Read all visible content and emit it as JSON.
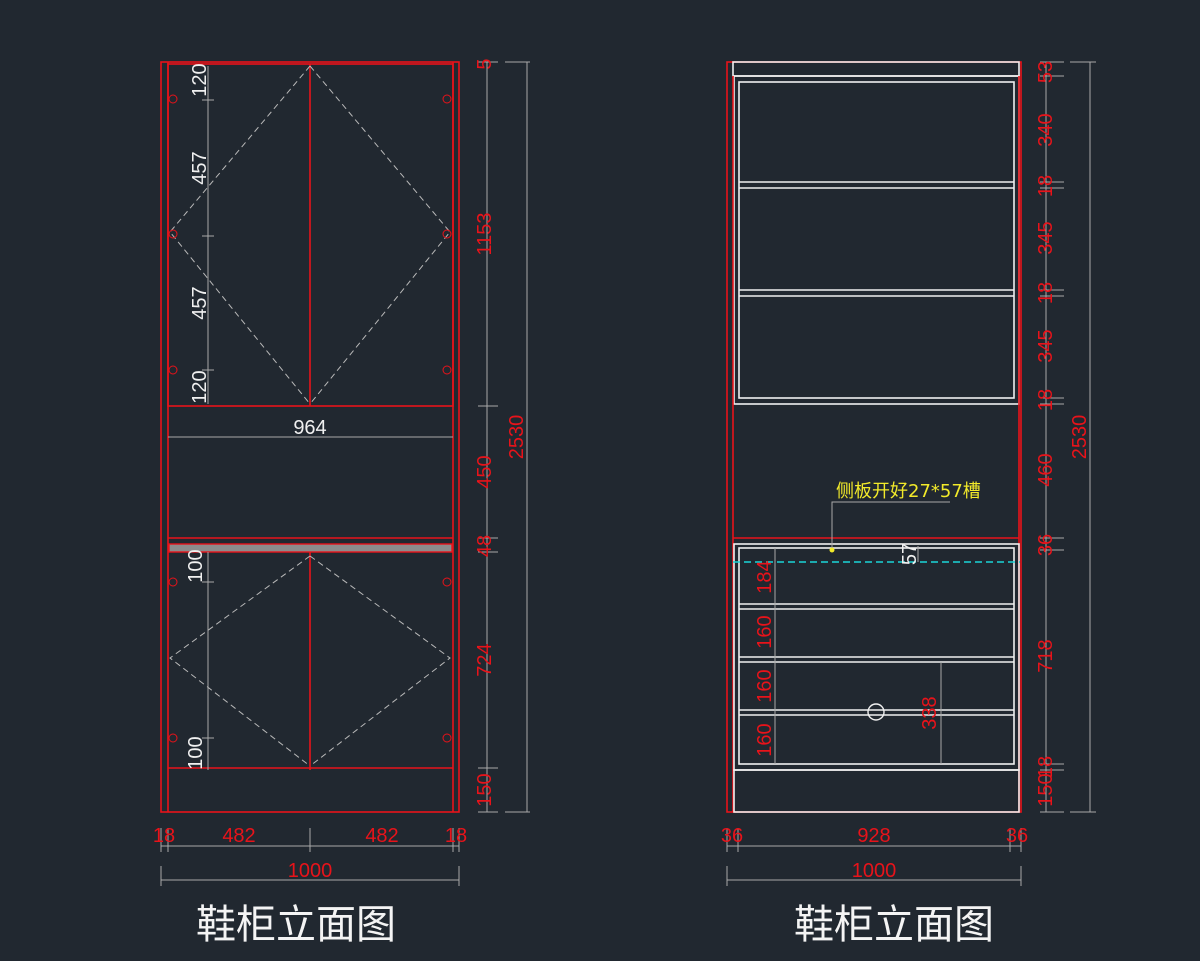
{
  "left_view": {
    "title": "鞋柜立面图",
    "dims_right": [
      "5",
      "1153",
      "450",
      "48",
      "724",
      "150"
    ],
    "dims_total": "2530",
    "dims_inner": [
      "120",
      "457",
      "457",
      "120",
      "100",
      "100"
    ],
    "dim_width_inner": "964",
    "dims_bottom": [
      "18",
      "482",
      "482",
      "18"
    ],
    "dim_total_width": "1000"
  },
  "right_view": {
    "title": "鞋柜立面图",
    "dims_right": [
      "53",
      "340",
      "18",
      "345",
      "18",
      "345",
      "18",
      "460",
      "36",
      "718",
      "18",
      "150"
    ],
    "dims_total": "2530",
    "dims_inner": [
      "184",
      "160",
      "160",
      "160",
      "338",
      "57"
    ],
    "dims_bottom": [
      "36",
      "928",
      "36"
    ],
    "dim_total_width": "1000",
    "annotation": "侧板开好27*57槽"
  },
  "colors": {
    "background": "#212830",
    "red": "#e8131a",
    "white": "#f0f0f0",
    "cyan": "#1ad6d8",
    "yellow": "#f2ea2a"
  }
}
